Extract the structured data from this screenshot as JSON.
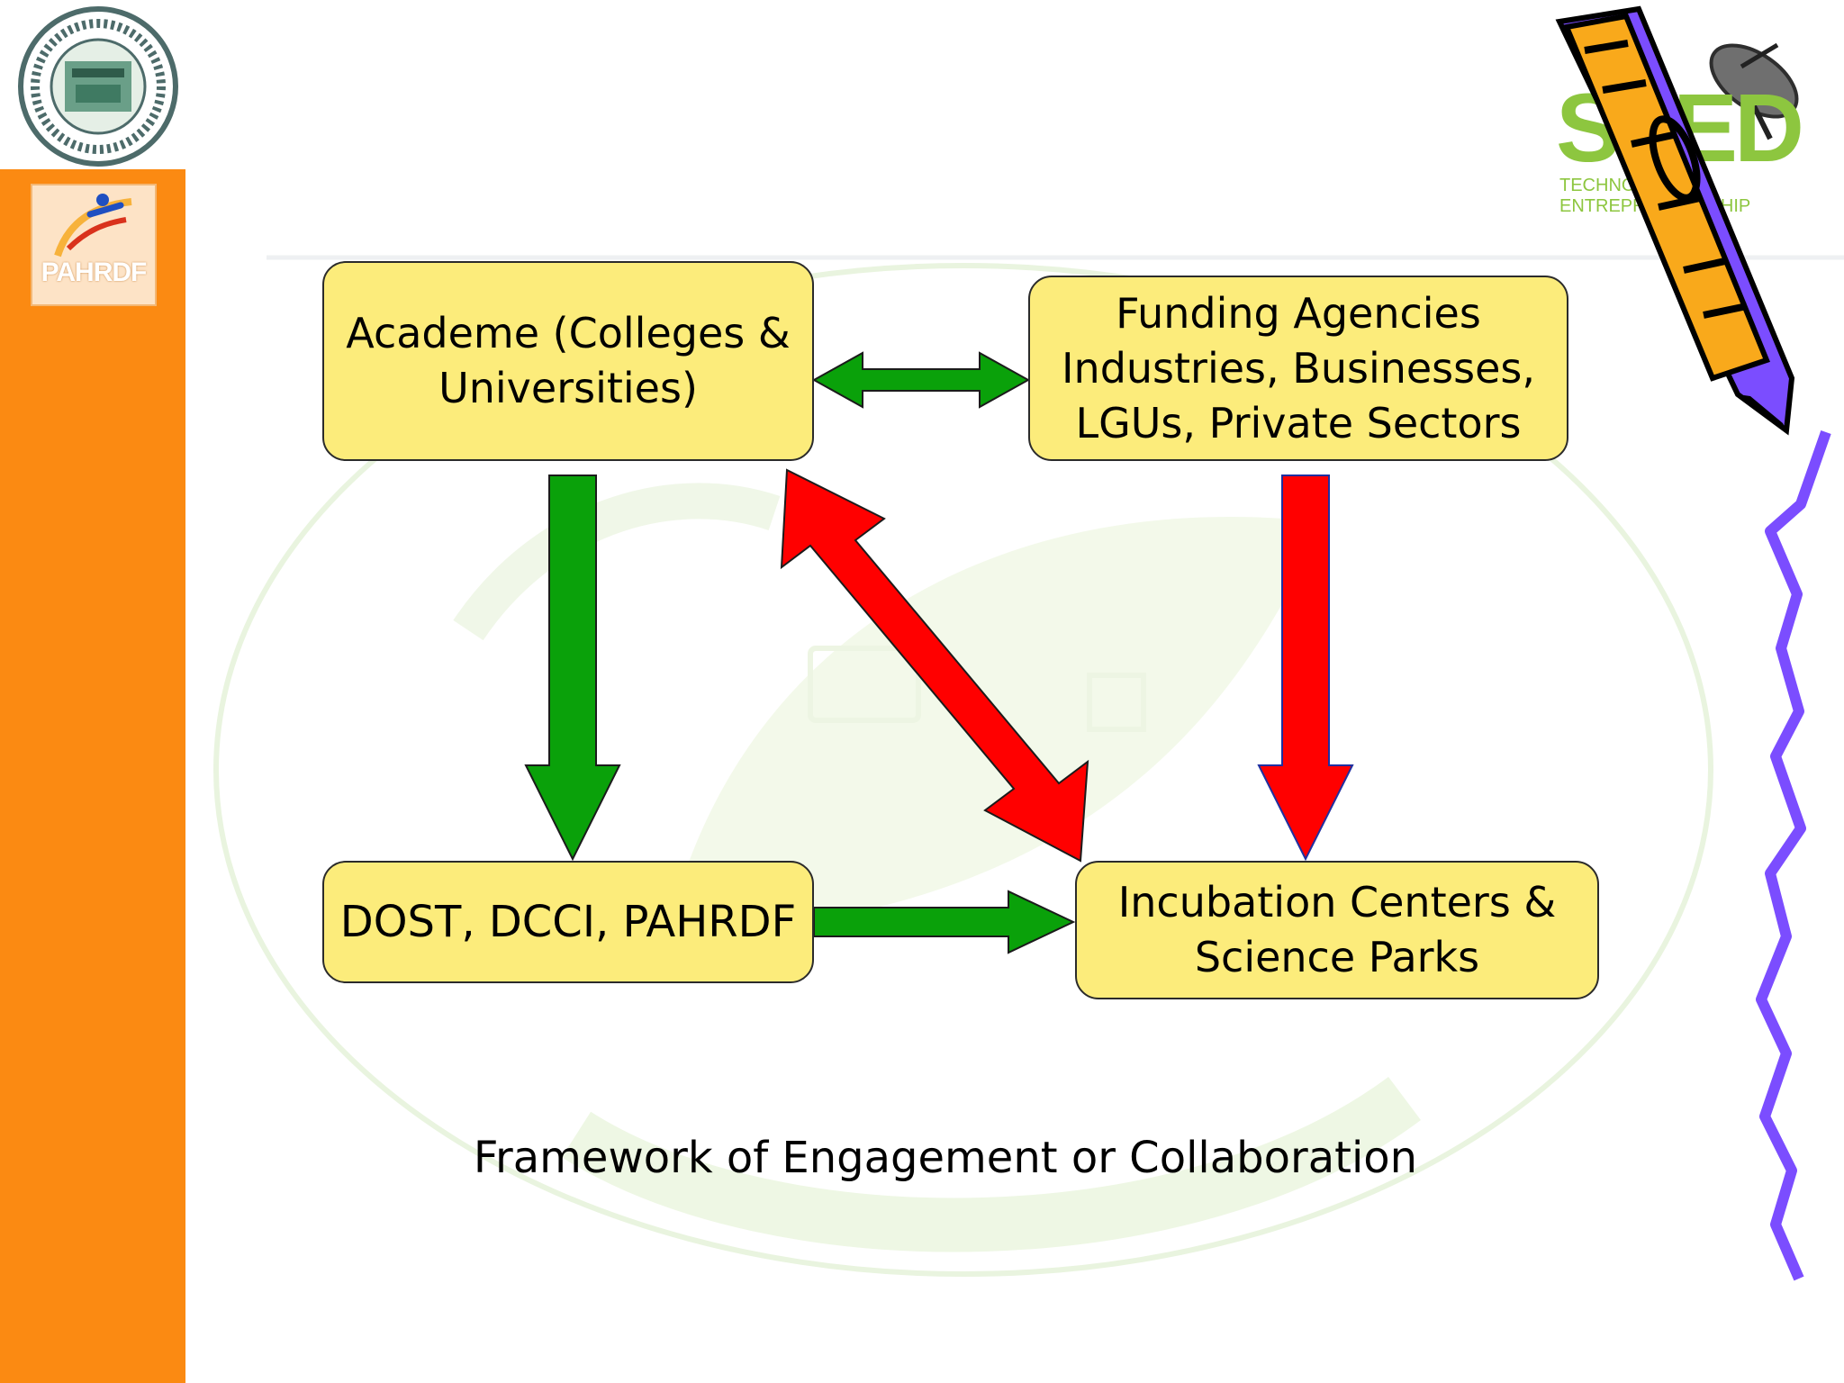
{
  "branding": {
    "left_logo_text": "PAHRDF",
    "right_logo_text": "STED",
    "right_logo_subtext": "TECHNOLOGY ENTREPRENEURSHIP"
  },
  "colors": {
    "sidebar": "#fb8a12",
    "box_fill": "#fcec7b",
    "green_arrow": "#0aa10a",
    "red_arrow": "#ff0000",
    "squiggle": "#7b4dff"
  },
  "diagram": {
    "nodes": {
      "academe": "Academe (Colleges &\nUniversities)",
      "funding": "Funding Agencies\nIndustries, Businesses,\nLGUs, Private Sectors",
      "dost": "DOST, DCCI, PAHRDF",
      "incubation": "Incubation Centers &\nScience Parks"
    },
    "edges": [
      {
        "from": "academe",
        "to": "funding",
        "color": "green",
        "direction": "both"
      },
      {
        "from": "academe",
        "to": "dost",
        "color": "green",
        "direction": "forward"
      },
      {
        "from": "dost",
        "to": "incubation",
        "color": "green",
        "direction": "forward"
      },
      {
        "from": "academe",
        "to": "incubation",
        "color": "red",
        "direction": "both"
      },
      {
        "from": "funding",
        "to": "incubation",
        "color": "red",
        "direction": "forward"
      }
    ],
    "caption": "Framework of Engagement or Collaboration"
  },
  "icons": {
    "top_left_seal": "seal-icon",
    "pencil": "pencil-icon",
    "satellite": "satellite-dish-icon",
    "squiggle": "squiggle-line-icon"
  }
}
